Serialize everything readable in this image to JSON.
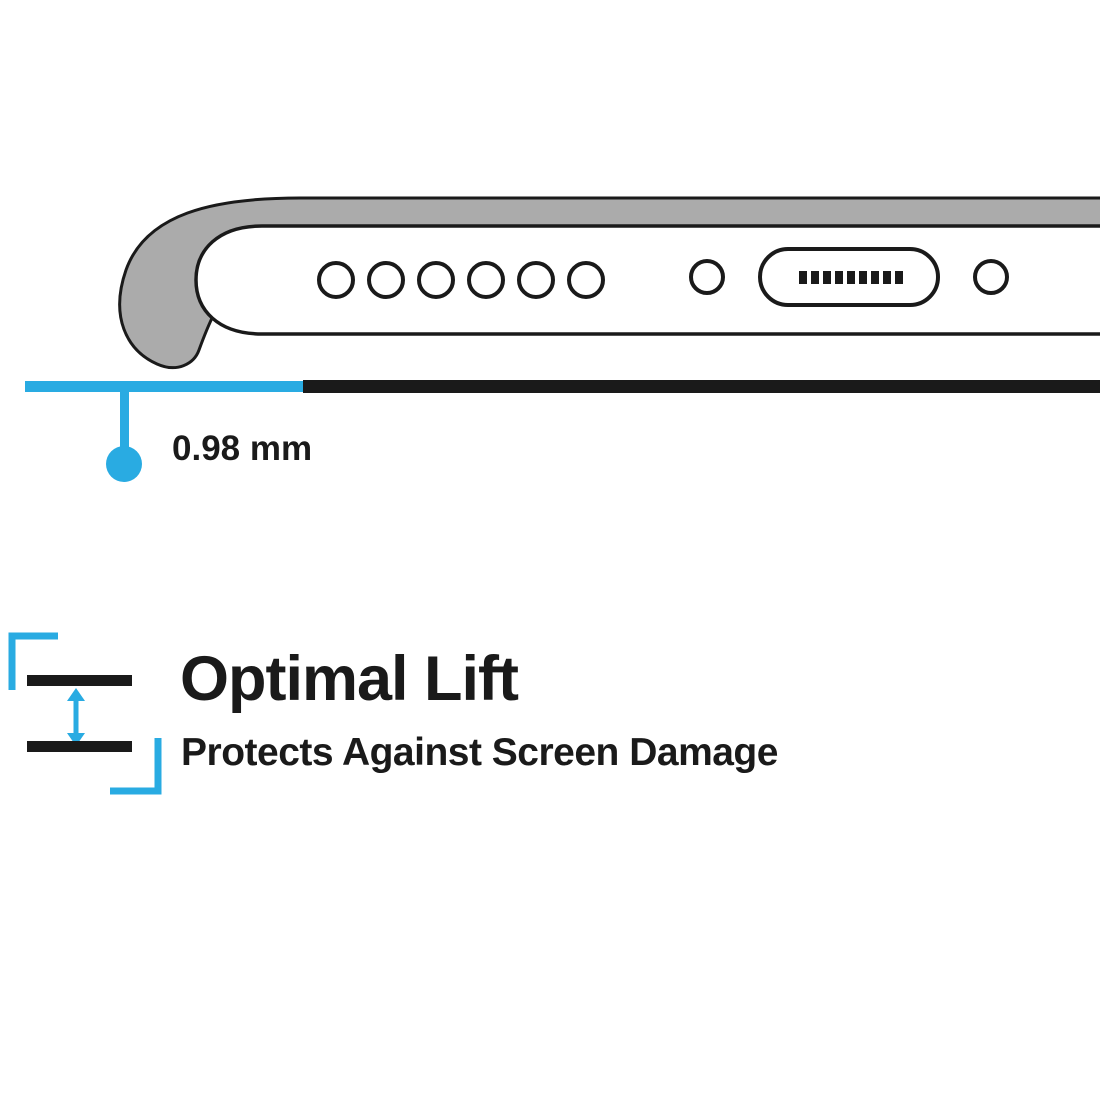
{
  "illustration": {
    "name": "phone-bottom-edge-in-case",
    "speaker_hole_count": 6,
    "port_pin_count": 9
  },
  "measurement": {
    "label": "0.98 mm"
  },
  "feature": {
    "title": "Optimal Lift",
    "subtitle": "Protects Against Screen Damage"
  },
  "icons": {
    "lift_gap": "lift-gap-icon",
    "vertical_arrows": "vertical-double-arrow-icon",
    "charging_port": "charging-port-icon",
    "speaker_holes": "speaker-hole-icon",
    "pointer": "measurement-pointer-icon"
  },
  "colors": {
    "accent": "#29ABE2",
    "ink": "#1A1A1A",
    "case_gray": "#ABABAB"
  }
}
